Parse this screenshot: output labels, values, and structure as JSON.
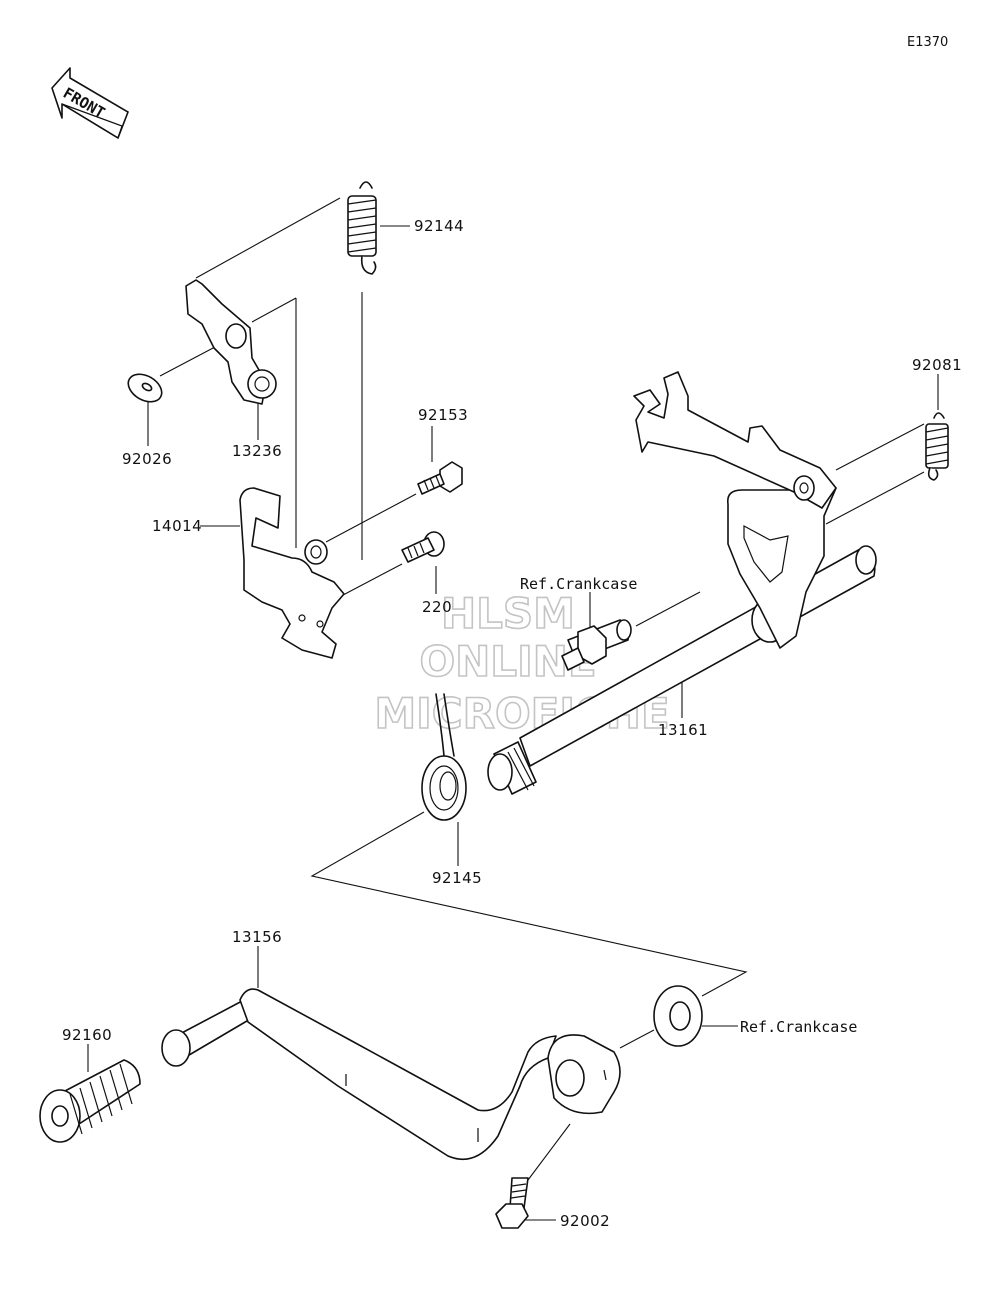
{
  "diagram_code": "E1370",
  "front_indicator": "FRONT",
  "watermark": {
    "line1": "HLSM",
    "line2": "ONLINE",
    "line3": "MICROFICHE"
  },
  "parts": {
    "p92144": "92144",
    "p92026": "92026",
    "p13236": "13236",
    "p92153": "92153",
    "p14014": "14014",
    "p220": "220",
    "p92081": "92081",
    "p13161": "13161",
    "p92145": "92145",
    "p13156": "13156",
    "p92160": "92160",
    "p92002": "92002"
  },
  "references": {
    "crankcase_upper": "Ref.Crankcase",
    "crankcase_lower": "Ref.Crankcase"
  }
}
